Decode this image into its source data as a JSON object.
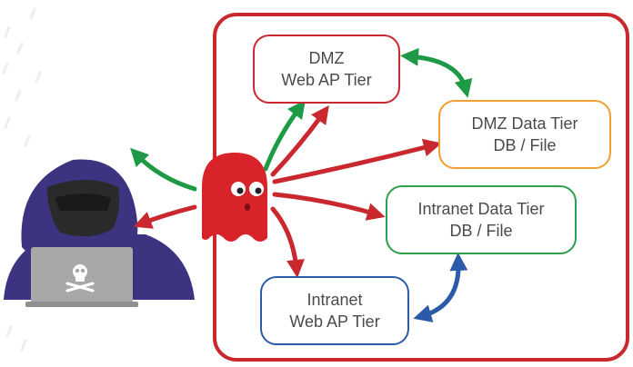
{
  "tiers": {
    "dmz_web": {
      "line1": "DMZ",
      "line2": "Web AP Tier"
    },
    "dmz_data": {
      "line1": "DMZ Data Tier",
      "line2": "DB / File"
    },
    "intra_data": {
      "line1": "Intranet Data Tier",
      "line2": "DB / File"
    },
    "intra_web": {
      "line1": "Intranet",
      "line2": "Web AP Tier"
    }
  },
  "colors": {
    "frame": "#c8282e",
    "ghost": "#d8232a",
    "red_arrow": "#c8282e",
    "green_arrow": "#1e9a46",
    "blue_arrow": "#2b5aa8",
    "orange_border": "#f0a030",
    "hood": "#3c3480",
    "laptop": "#a8a8a8"
  },
  "icons": {
    "attacker": "hooded-hacker-icon",
    "malware": "ghost-icon",
    "laptop": "laptop-icon",
    "skull": "skull-icon"
  }
}
